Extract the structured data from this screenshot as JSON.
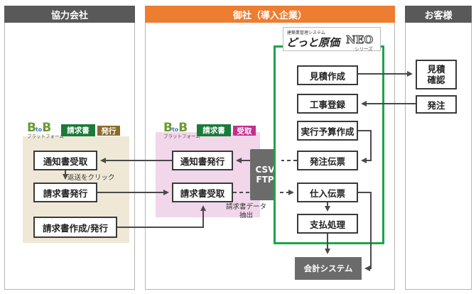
{
  "columns": {
    "partner": "協力会社",
    "company": "御社（導入企業）",
    "customer": "お客様"
  },
  "colors": {
    "column_head_gray": "#595959",
    "column_head_orange": "#ed7d31",
    "partner_bg": "#efe8d6",
    "receiver_bg": "#f2d6ea",
    "green": "#1fa34a",
    "dark_green": "#1a7a3a",
    "brown": "#8b6b2a",
    "magenta": "#c0308c",
    "gray_box": "#6b6b6b"
  },
  "partner": {
    "logo_big": "B",
    "logo_to": "to",
    "logo_b2": "B",
    "logo_sub": "プラットフォーム",
    "tag_main": "請求書",
    "tag_side": "発行",
    "box1": "通知書受取",
    "note": "返送をクリック",
    "box2": "請求書発行",
    "box3": "請求書作成/発行"
  },
  "receiver": {
    "logo_big": "B",
    "logo_to": "to",
    "logo_b2": "B",
    "logo_sub": "プラットフォーム",
    "tag_main": "請求書",
    "tag_side": "受取",
    "box1": "通知書発行",
    "box2": "請求書受取",
    "note_line1": "請求書データ",
    "note_line2": "抽出"
  },
  "middle": {
    "line1": "CSV",
    "line2": "FTP"
  },
  "neo": {
    "small_title": "建築業管理システム",
    "main_title": "どっと原価",
    "neo_text": "NEO",
    "series": "シリーズ",
    "box1": "見積作成",
    "box2": "工事登録",
    "box3": "実行予算作成",
    "box4": "発注伝票",
    "box5": "仕入伝票",
    "box6": "支払処理"
  },
  "accounting": "会計システム",
  "customer": {
    "box1_line1": "見積",
    "box1_line2": "確認",
    "box2": "発注"
  }
}
